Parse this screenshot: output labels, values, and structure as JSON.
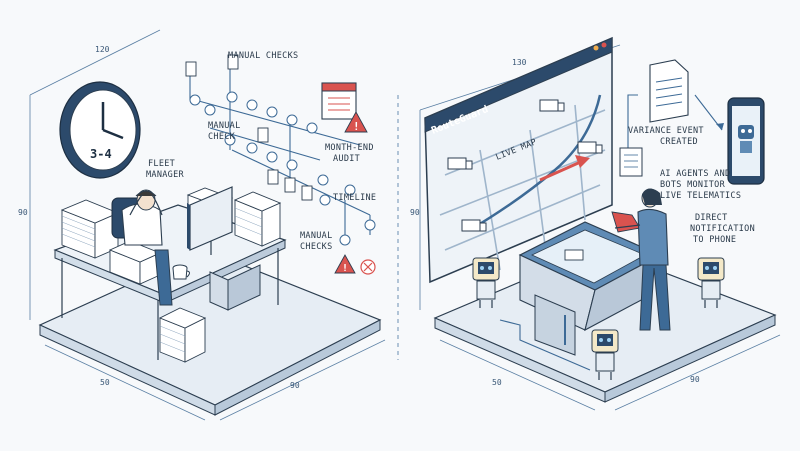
{
  "left_scene": {
    "labels": {
      "manual_checks_top": "MANUAL CHECKS",
      "manual_check_left_1": "MANUAL",
      "manual_check_left_2": "CHECK",
      "fleet_manager_1": "FLEET",
      "fleet_manager_2": "MANAGER",
      "month_end_1": "MONTH-END",
      "month_end_2": "AUDIT",
      "timeline": "TIMELINE",
      "manual_checks_bottom_1": "MANUAL",
      "manual_checks_bottom_2": "CHECKS",
      "clock_face": "3-4"
    },
    "dimensions": {
      "top": "120",
      "side": "90",
      "front_left": "50",
      "front_right": "90"
    }
  },
  "right_scene": {
    "labels": {
      "app_name": "RouteGuard",
      "live_map": "LIVE MAP",
      "variance_1": "VARIANCE EVENT",
      "variance_2": "CREATED",
      "ai_1": "AI AGENTS AND",
      "ai_2": "BOTS MONITOR",
      "ai_3": "LIVE TELEMATICS",
      "direct_1": "DIRECT",
      "direct_2": "NOTIFICATION",
      "direct_3": "TO PHONE"
    },
    "dimensions": {
      "top": "130",
      "side": "90",
      "front_left": "50",
      "front_right": "90"
    }
  },
  "colors": {
    "line": "#2c3e50",
    "accent_blue": "#3d6a96",
    "alert_red": "#d9534f",
    "floor": "#e6edf4"
  }
}
